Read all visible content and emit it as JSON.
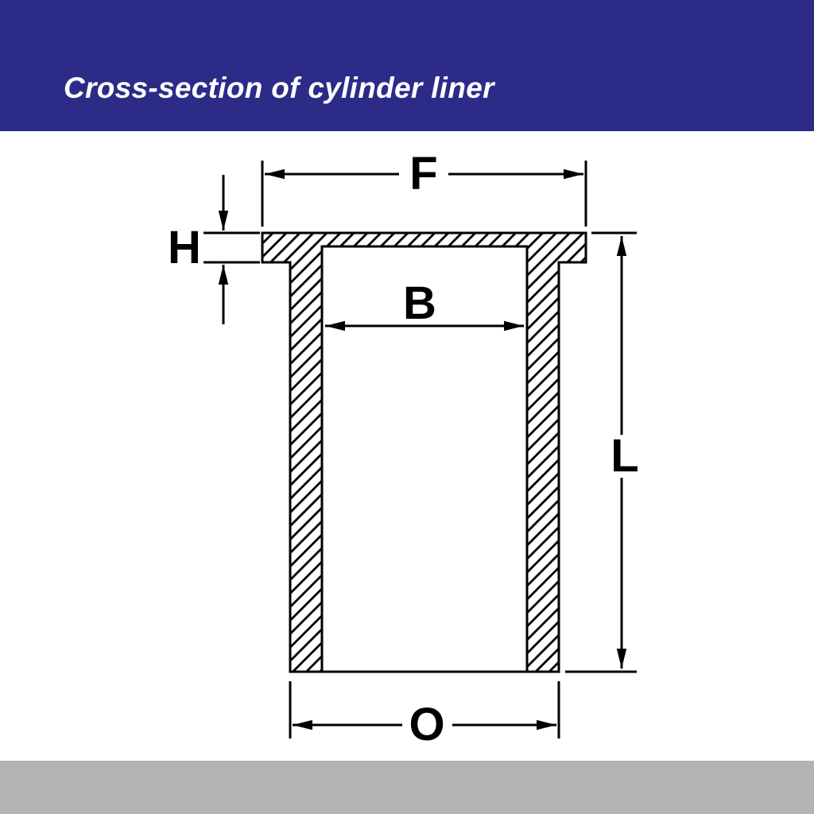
{
  "header": {
    "title": "Cross-section of cylinder liner"
  },
  "diagram": {
    "labels": {
      "flange_width": "F",
      "flange_height": "H",
      "bore_diameter": "B",
      "total_length": "L",
      "outer_diameter": "O"
    }
  },
  "colors": {
    "header_bg": "#2d2b88",
    "header_text": "#ffffff",
    "footer_bg": "#b3b3b3",
    "background": "#ffffff",
    "line_color": "#000000"
  }
}
